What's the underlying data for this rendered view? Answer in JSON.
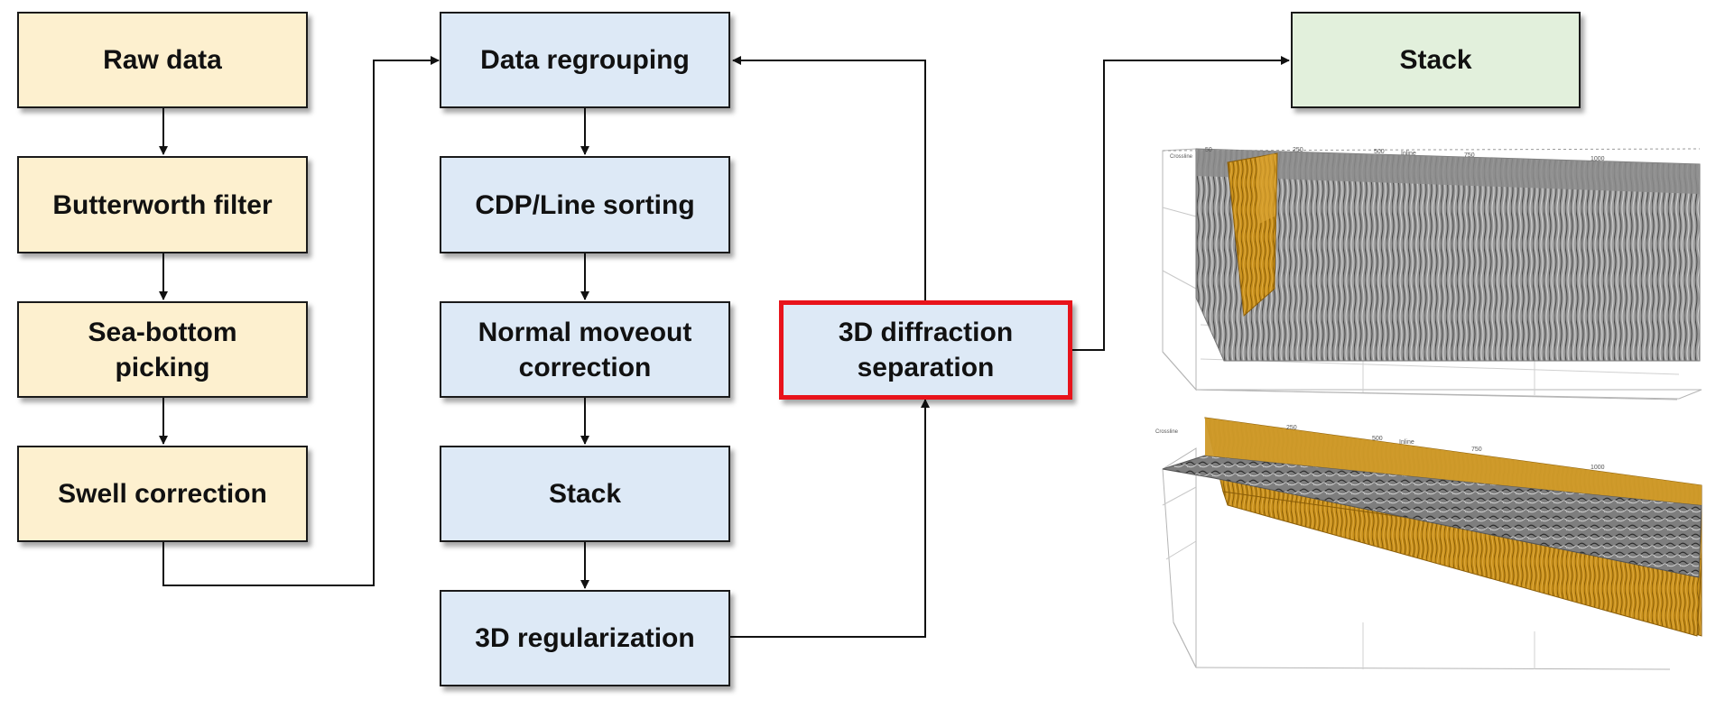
{
  "column1": {
    "raw_data": "Raw data",
    "butterworth_filter": "Butterworth filter",
    "sea_bottom_picking": "Sea-bottom\npicking",
    "swell_correction": "Swell correction"
  },
  "column2": {
    "data_regrouping": "Data regrouping",
    "cdp_line_sorting": "CDP/Line sorting",
    "normal_moveout_correction": "Normal moveout\ncorrection",
    "stack": "Stack",
    "regularization_3d": "3D regularization"
  },
  "column3": {
    "diffraction_separation_3d": "3D diffraction\nseparation"
  },
  "column4": {
    "stack": "Stack"
  },
  "colors": {
    "yellow_box": "#fdf0cf",
    "blue_box": "#dde9f6",
    "green_box": "#e2f0dc",
    "highlight_border": "#e8131b",
    "seismic_orange": "#c8901a",
    "seismic_gray": "#8a8a8a"
  },
  "images": {
    "upper_volume": "3d-seismic-volume-stack-image",
    "lower_volume": "3d-seismic-volume-diffraction-image"
  }
}
